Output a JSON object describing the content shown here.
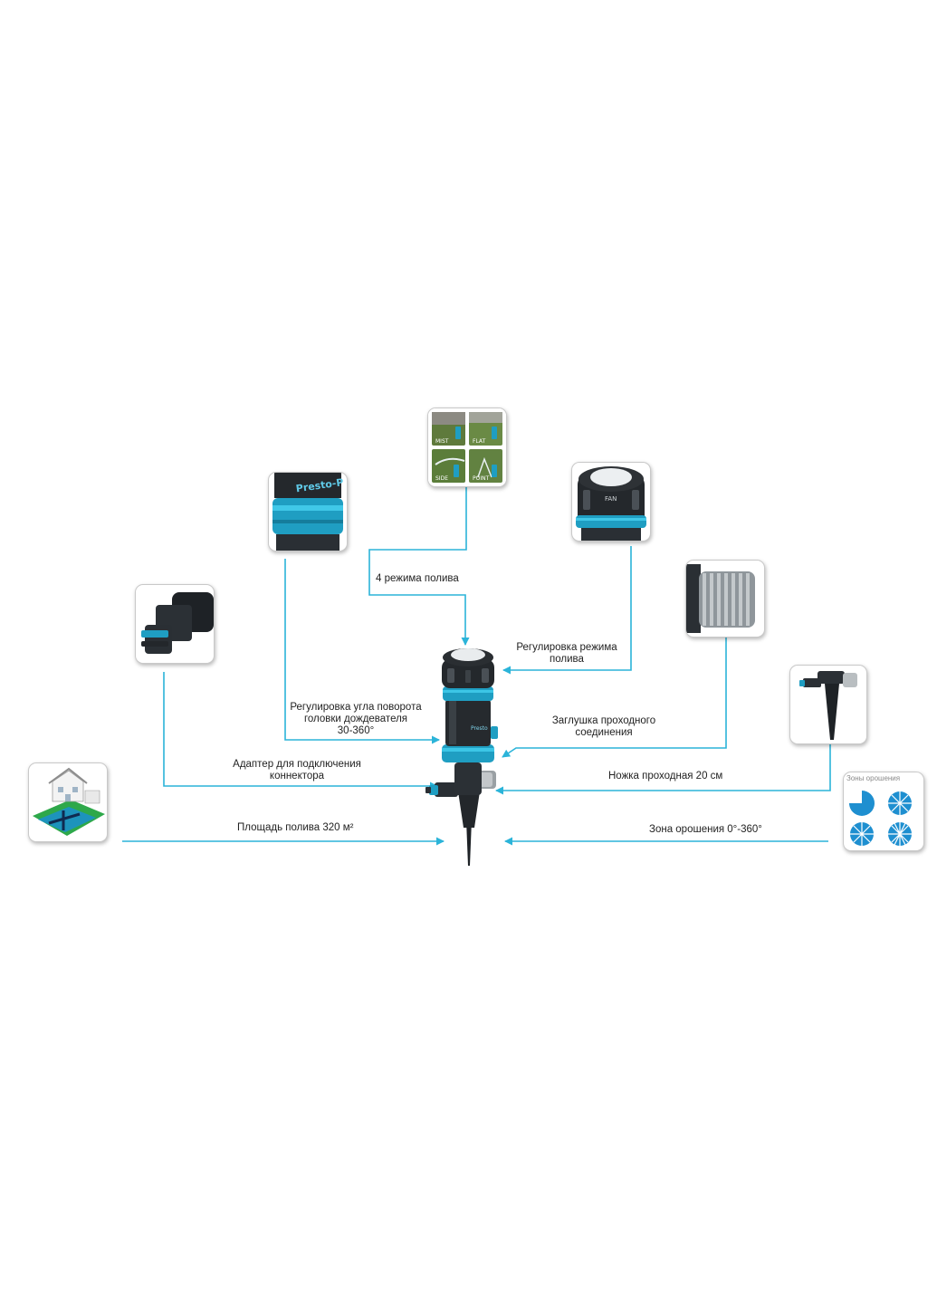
{
  "callouts": {
    "modes": "4 режима полива",
    "mode_adjust_line1": "Регулировка режима",
    "mode_adjust_line2": "полива",
    "angle_line1": "Регулировка угла поворота",
    "angle_line2": "головки дождевателя",
    "angle_line3": "30-360°",
    "plug_line1": "Заглушка проходного",
    "plug_line2": "соединения",
    "adapter_line1": "Адаптер для подключения",
    "adapter_line2": "коннектора",
    "leg": "Ножка проходная 20 см",
    "area": "Площадь полива 320 м²",
    "zone": "Зона орошения 0°-360°"
  },
  "thumbnails": {
    "modes_grid_labels": [
      "MIST",
      "FLAT",
      "SIDE",
      "POINT"
    ],
    "rotation_head_brand": "Presto-P",
    "mode_dial_label": "FAN",
    "zone_icon_title": "Зоны орошения"
  },
  "product": {
    "brand": "Presto"
  },
  "colors": {
    "accent": "#2bb4d9",
    "product_blue": "#1f9ec2",
    "product_dark": "#262a2e",
    "lawn": "#2ea84a",
    "lawn_blue": "#1a8fd0"
  }
}
